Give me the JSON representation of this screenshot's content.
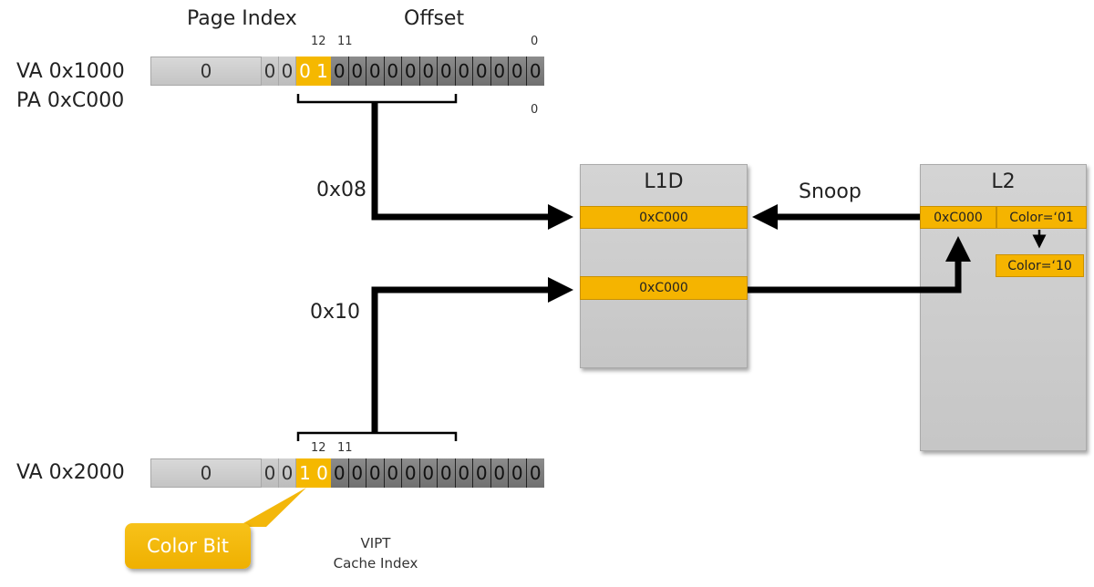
{
  "header": {
    "page_index": "Page Index",
    "offset": "Offset"
  },
  "va1": {
    "label_va": "VA 0x1000",
    "label_pa": "PA 0xC000",
    "high": "0",
    "bits": [
      "0",
      "0",
      "0",
      "1",
      "0",
      "0",
      "0",
      "0",
      "0",
      "0",
      "0",
      "0",
      "0",
      "0",
      "0",
      "0"
    ],
    "bit12": "12",
    "bit11": "11",
    "bit0": "0",
    "pa_bit0": "0"
  },
  "va2": {
    "label_va": "VA 0x2000",
    "high": "0",
    "bits": [
      "0",
      "0",
      "1",
      "0",
      "0",
      "0",
      "0",
      "0",
      "0",
      "0",
      "0",
      "0",
      "0",
      "0",
      "0",
      "0"
    ],
    "bit12": "12",
    "bit11": "11"
  },
  "index_labels": {
    "first": "0x08",
    "second": "0x10"
  },
  "l1d": {
    "title": "L1D",
    "line1": "0xC000",
    "line2": "0xC000"
  },
  "l2": {
    "title": "L2",
    "addr": "0xC000",
    "color_old": "Color=‘01",
    "color_new": "Color=‘10"
  },
  "snoop": "Snoop",
  "callout": "Color Bit",
  "vipt": {
    "line1": "VIPT",
    "line2": "Cache Index"
  },
  "colors": {
    "accent": "#f5b800",
    "dark_bit": "#7d7d7d",
    "grey_bit": "#c8c8c8"
  }
}
